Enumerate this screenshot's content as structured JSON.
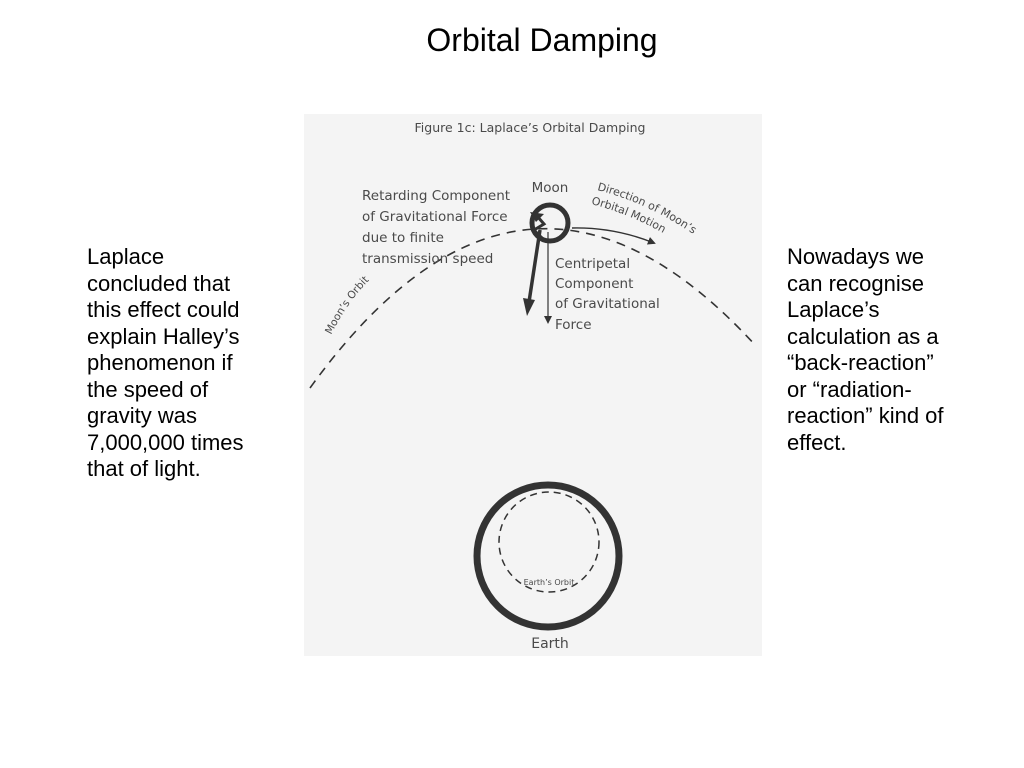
{
  "slide": {
    "title": "Orbital Damping",
    "left_text_lines": [
      "Laplace",
      "concluded that",
      "this effect could",
      "explain Halley’s",
      "phenomenon if",
      "the speed of",
      "gravity was",
      "7,000,000 times",
      "that of light."
    ],
    "right_text_lines": [
      "Nowadays we",
      "can recognise",
      "Laplace’s",
      "calculation as a",
      "“back-reaction”",
      "or “radiation-",
      "reaction” kind of",
      "effect."
    ]
  },
  "figure": {
    "caption": "Figure 1c: Laplace’s Orbital Damping",
    "moon_label": "Moon",
    "earth_label": "Earth",
    "earth_orbit_label": "Earth’s Orbit",
    "moon_orbit_label": "Moon’s Orbit",
    "direction_label_lines": [
      "Direction of Moon’s",
      "Orbital Motion"
    ],
    "retarding_label_lines": [
      "Retarding Component",
      "of Gravitational Force",
      "due to finite",
      "transmission speed"
    ],
    "centripetal_label_lines": [
      "Centripetal",
      "Component",
      "of Gravitational",
      "Force"
    ],
    "colors": {
      "background": "#f4f4f4",
      "line": "#333333",
      "text": "#4a4a4a"
    }
  }
}
